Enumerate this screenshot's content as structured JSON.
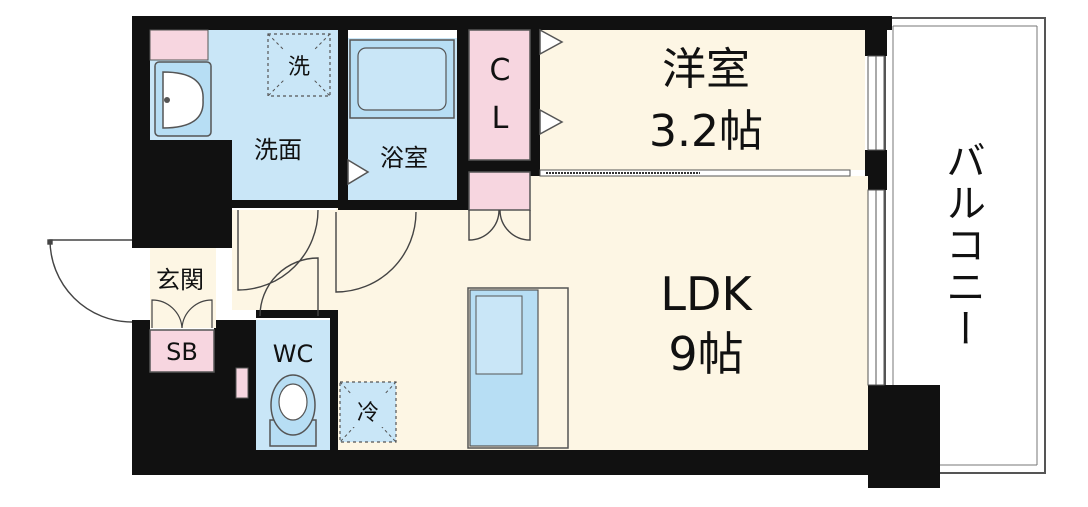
{
  "rooms": {
    "western": {
      "name": "洋室",
      "size": "3.2帖"
    },
    "ldk": {
      "name": "LDK",
      "size": "9帖"
    },
    "washroom": {
      "name": "洗面"
    },
    "washer": {
      "name": "洗"
    },
    "bath": {
      "name": "浴室"
    },
    "closet": {
      "line1": "C",
      "line2": "L"
    },
    "entrance": {
      "name": "玄関"
    },
    "shoebox": {
      "name": "SB"
    },
    "toilet": {
      "name": "WC"
    },
    "fridge": {
      "name": "冷"
    },
    "balcony": {
      "name": "バルコニー"
    }
  },
  "colors": {
    "wall": "#111111",
    "floor_room": "#fdf6e4",
    "floor_wet": "#c9e6f7",
    "storage": "#f7d6e0",
    "fixture": "#b7def4",
    "outline": "#555555"
  }
}
